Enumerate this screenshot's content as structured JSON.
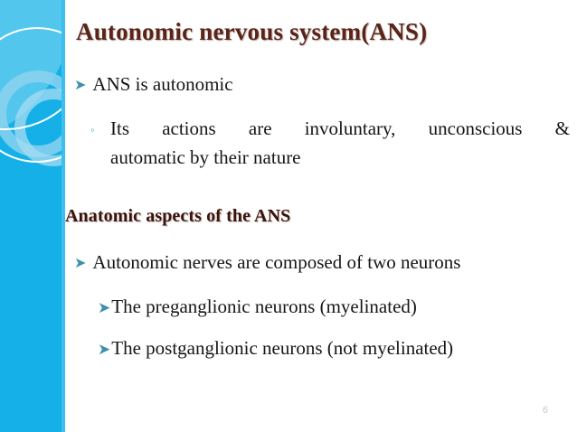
{
  "slide": {
    "title": "Autonomic nervous system(ANS)",
    "page_number": "6",
    "colors": {
      "sidebar_blue": "#16b0e8",
      "sidebar_light_blue": "#53c6ee",
      "sidebar_ring": "#8dd3ef",
      "title_brown": "#5a2418",
      "subheading_brown": "#3a140c",
      "bullet_teal": "#3f91ab",
      "body_text": "#161616",
      "page_number_gray": "#c9c9c4",
      "background": "#ffffff"
    },
    "bullets": [
      {
        "level": 1,
        "marker": "arrow-bullet-icon",
        "marker_glyph": "➤",
        "text": "ANS is autonomic"
      },
      {
        "level": 2,
        "marker": "hollow-circle-bullet-icon",
        "marker_glyph": "◦",
        "text": "Its actions are involuntary, unconscious &",
        "text_wrap": "automatic by their nature",
        "justified": true
      },
      {
        "level": 1,
        "marker": "arrow-bullet-icon",
        "marker_glyph": "➤",
        "text": "Autonomic nerves are composed of two neurons"
      },
      {
        "level": 3,
        "marker": "arrow-bullet-icon",
        "marker_glyph": "➤",
        "text": "The preganglionic neurons (myelinated)"
      },
      {
        "level": 3,
        "marker": "arrow-bullet-icon",
        "marker_glyph": "➤",
        "text": "The postganglionic neurons (not myelinated)"
      }
    ],
    "subheading": "Anatomic aspects of the ANS"
  }
}
